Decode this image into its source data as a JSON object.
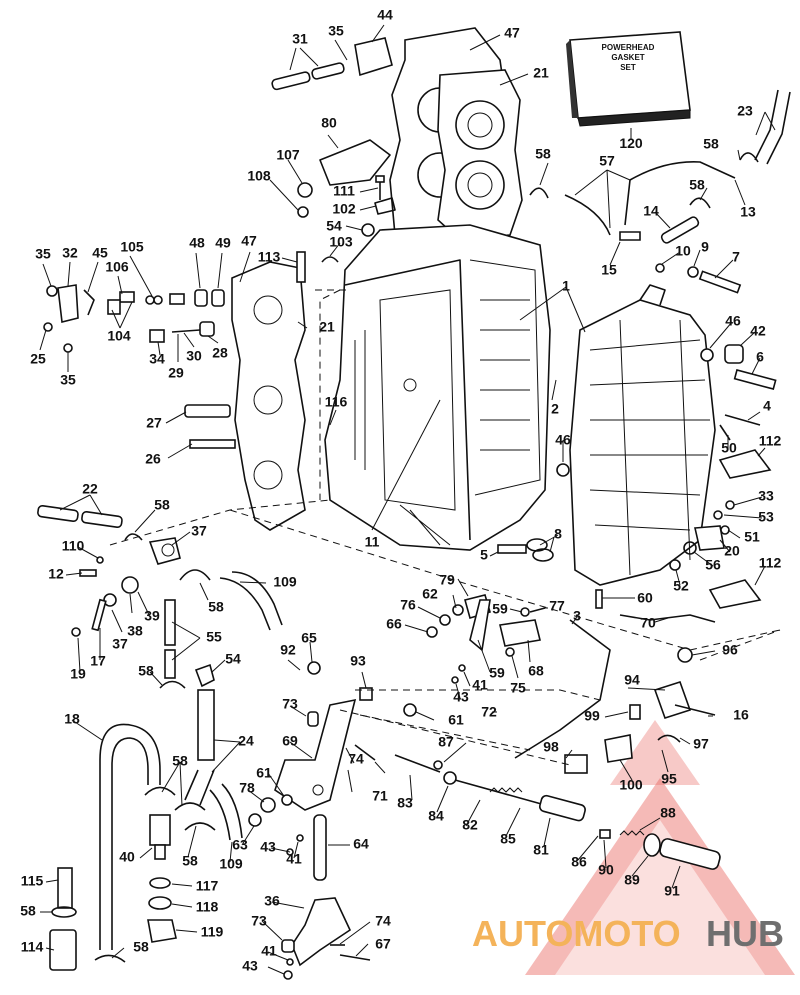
{
  "gasket_box": {
    "line1": "POWERHEAD",
    "line2": "GASKET",
    "line3": "SET",
    "number": "120"
  },
  "labels": {
    "l1": "1",
    "l2": "2",
    "l3": "3",
    "l4": "4",
    "l5": "5",
    "l6": "6",
    "l7": "7",
    "l8": "8",
    "l9": "9",
    "l10": "10",
    "l11": "11",
    "l12": "12",
    "l13": "13",
    "l14": "14",
    "l15": "15",
    "l16": "16",
    "l17": "17",
    "l18": "18",
    "l19": "19",
    "l20": "20",
    "l21a": "21",
    "l21b": "21",
    "l22": "22",
    "l23": "23",
    "l24": "24",
    "l25": "25",
    "l26": "26",
    "l27": "27",
    "l28": "28",
    "l29": "29",
    "l30": "30",
    "l31": "31",
    "l32": "32",
    "l33": "33",
    "l34": "34",
    "l35a": "35",
    "l35b": "35",
    "l35c": "35",
    "l36": "36",
    "l37a": "37",
    "l37b": "37",
    "l38": "38",
    "l39": "39",
    "l40": "40",
    "l41a": "41",
    "l41b": "41",
    "l41c": "41",
    "l42": "42",
    "l43a": "43",
    "l43b": "43",
    "l43c": "43",
    "l44": "44",
    "l45": "45",
    "l46a": "46",
    "l46b": "46",
    "l47a": "47",
    "l47b": "47",
    "l48": "48",
    "l49": "49",
    "l50": "50",
    "l51": "51",
    "l52": "52",
    "l53": "53",
    "l54a": "54",
    "l54b": "54",
    "l55": "55",
    "l56": "56",
    "l57": "57",
    "l58a": "58",
    "l58b": "58",
    "l58c": "58",
    "l58d": "58",
    "l58e": "58",
    "l58f": "58",
    "l58g": "58",
    "l58h": "58",
    "l58i": "58",
    "l58j": "58",
    "l59a": "59",
    "l59b": "59",
    "l60": "60",
    "l61a": "61",
    "l61b": "61",
    "l62": "62",
    "l63": "63",
    "l64": "64",
    "l65": "65",
    "l66": "66",
    "l67": "67",
    "l68": "68",
    "l69": "69",
    "l70": "70",
    "l71": "71",
    "l72": "72",
    "l73a": "73",
    "l73b": "73",
    "l74a": "74",
    "l74b": "74",
    "l75": "75",
    "l76": "76",
    "l77": "77",
    "l78": "78",
    "l79": "79",
    "l80": "80",
    "l81": "81",
    "l82": "82",
    "l83": "83",
    "l84": "84",
    "l85": "85",
    "l86": "86",
    "l87": "87",
    "l88": "88",
    "l89": "89",
    "l90": "90",
    "l91": "91",
    "l92": "92",
    "l93": "93",
    "l94": "94",
    "l95": "95",
    "l96": "96",
    "l97": "97",
    "l98": "98",
    "l99": "99",
    "l100": "100",
    "l102": "102",
    "l103": "103",
    "l104": "104",
    "l105": "105",
    "l106": "106",
    "l107": "107",
    "l108": "108",
    "l109a": "109",
    "l109b": "109",
    "l110": "110",
    "l111": "111",
    "l112a": "112",
    "l112b": "112",
    "l113": "113",
    "l114": "114",
    "l115": "115",
    "l116": "116",
    "l117": "117",
    "l118": "118",
    "l119": "119"
  },
  "watermark": {
    "part1": "AUTOMOTO",
    "part2": "HUB",
    "color_orange": "#f4b35a",
    "color_gray": "#6f6f6f",
    "triangle_color": "#e8655f"
  }
}
